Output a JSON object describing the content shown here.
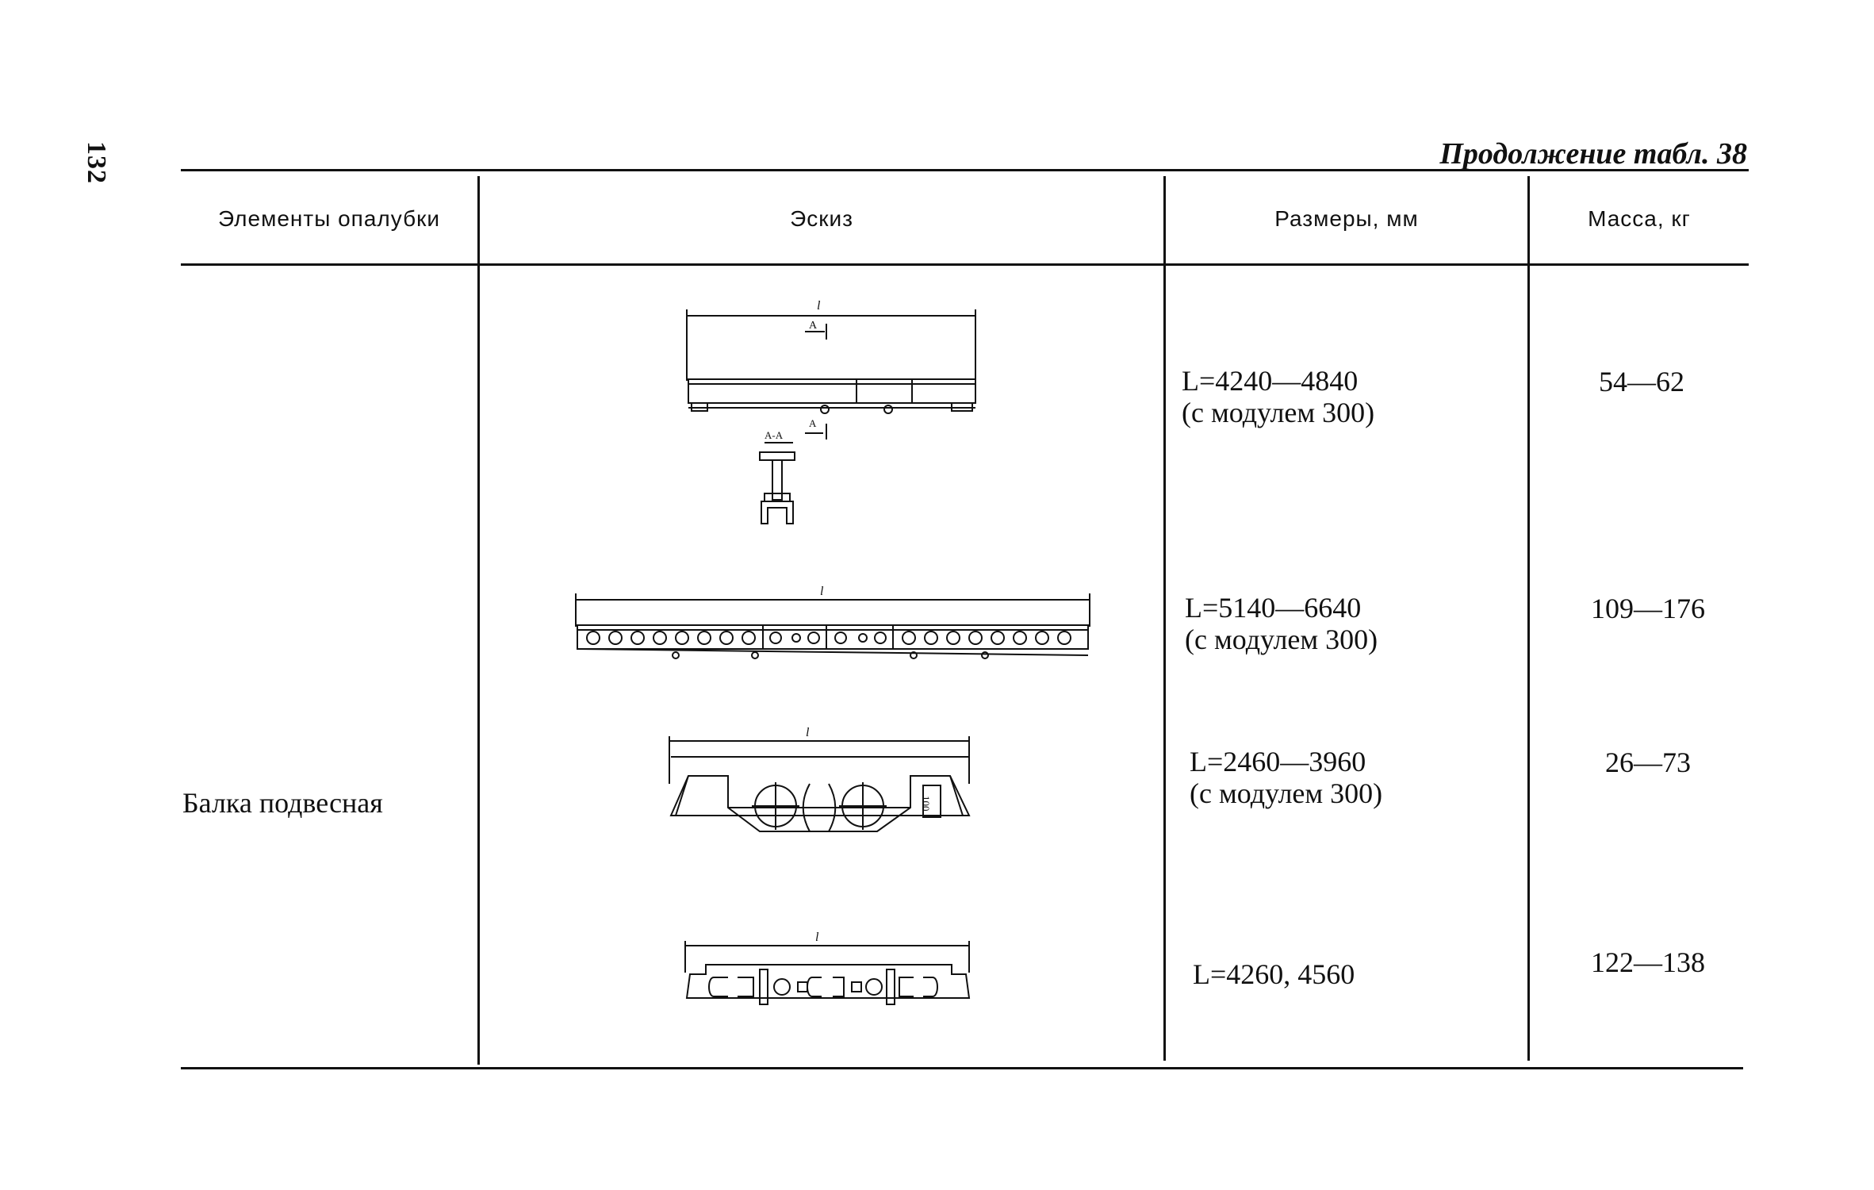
{
  "page_number": "132",
  "caption": "Продолжение табл. 38",
  "columns": [
    "Элементы опалубки",
    "Эскиз",
    "Размеры, мм",
    "Масса, кг"
  ],
  "element_name": "Балка подвесная",
  "rows": [
    {
      "size_line1": "L=4240—4840",
      "size_line2": "(с модулем 300)",
      "mass": "54—62",
      "sketch_labels": {
        "l": "l",
        "a_top": "A",
        "section": "A-A",
        "a_bottom": "A"
      }
    },
    {
      "size_line1": "L=5140—6640",
      "size_line2": "(с модулем 300)",
      "mass": "109—176",
      "sketch_labels": {
        "l": "l"
      }
    },
    {
      "size_line1": "L=2460—3960",
      "size_line2": "(с модулем 300)",
      "mass": "26—73",
      "sketch_labels": {
        "l": "l",
        "side": "100"
      }
    },
    {
      "size_line1": "L=4260, 4560",
      "size_line2": "",
      "mass": "122—138",
      "sketch_labels": {
        "l": "l"
      }
    }
  ]
}
